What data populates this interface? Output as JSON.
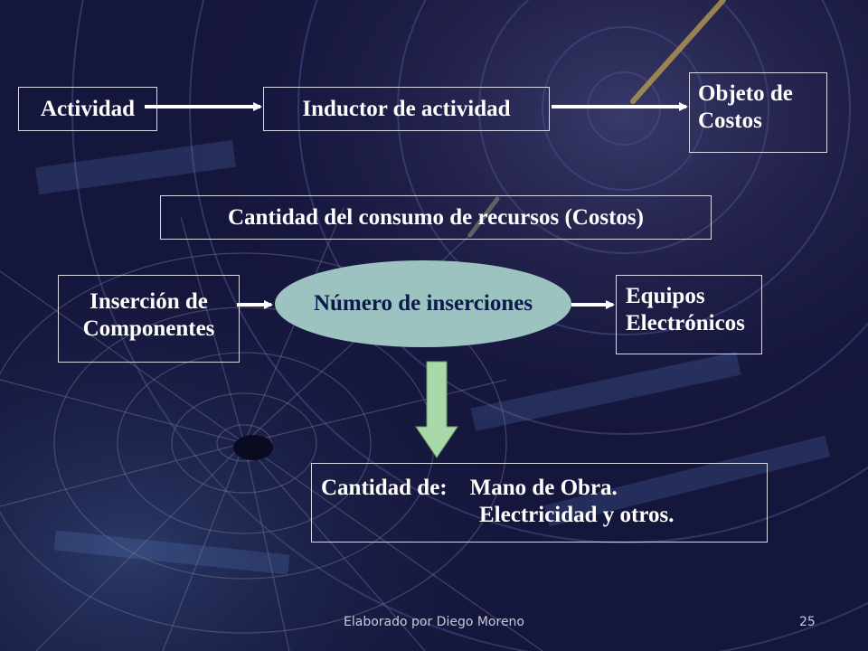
{
  "colors": {
    "background": "#14143a",
    "text": "#ffffff",
    "ellipse_fill": "#9cc3c0",
    "ellipse_text": "#0a1a4a",
    "down_arrow": "#a8d8a8",
    "footer_text": "#c8c8d8"
  },
  "diagram": {
    "row1": {
      "activity": "Actividad",
      "driver": "Inductor de actividad",
      "cost_object": {
        "line1": "Objeto de",
        "line2": "Costos"
      }
    },
    "resource_consumption": "Cantidad del consumo de recursos (Costos)",
    "row2": {
      "process": {
        "line1": "Inserción de",
        "line2": "Componentes"
      },
      "driver": "Número de inserciones",
      "product": {
        "line1": "Equipos",
        "line2": "Electrónicos"
      }
    },
    "result": {
      "line1": "Cantidad de:    Mano de Obra.",
      "line2": "                            Electricidad y otros."
    }
  },
  "footer": {
    "author": "Elaborado por Diego Moreno",
    "page_number": "25"
  }
}
